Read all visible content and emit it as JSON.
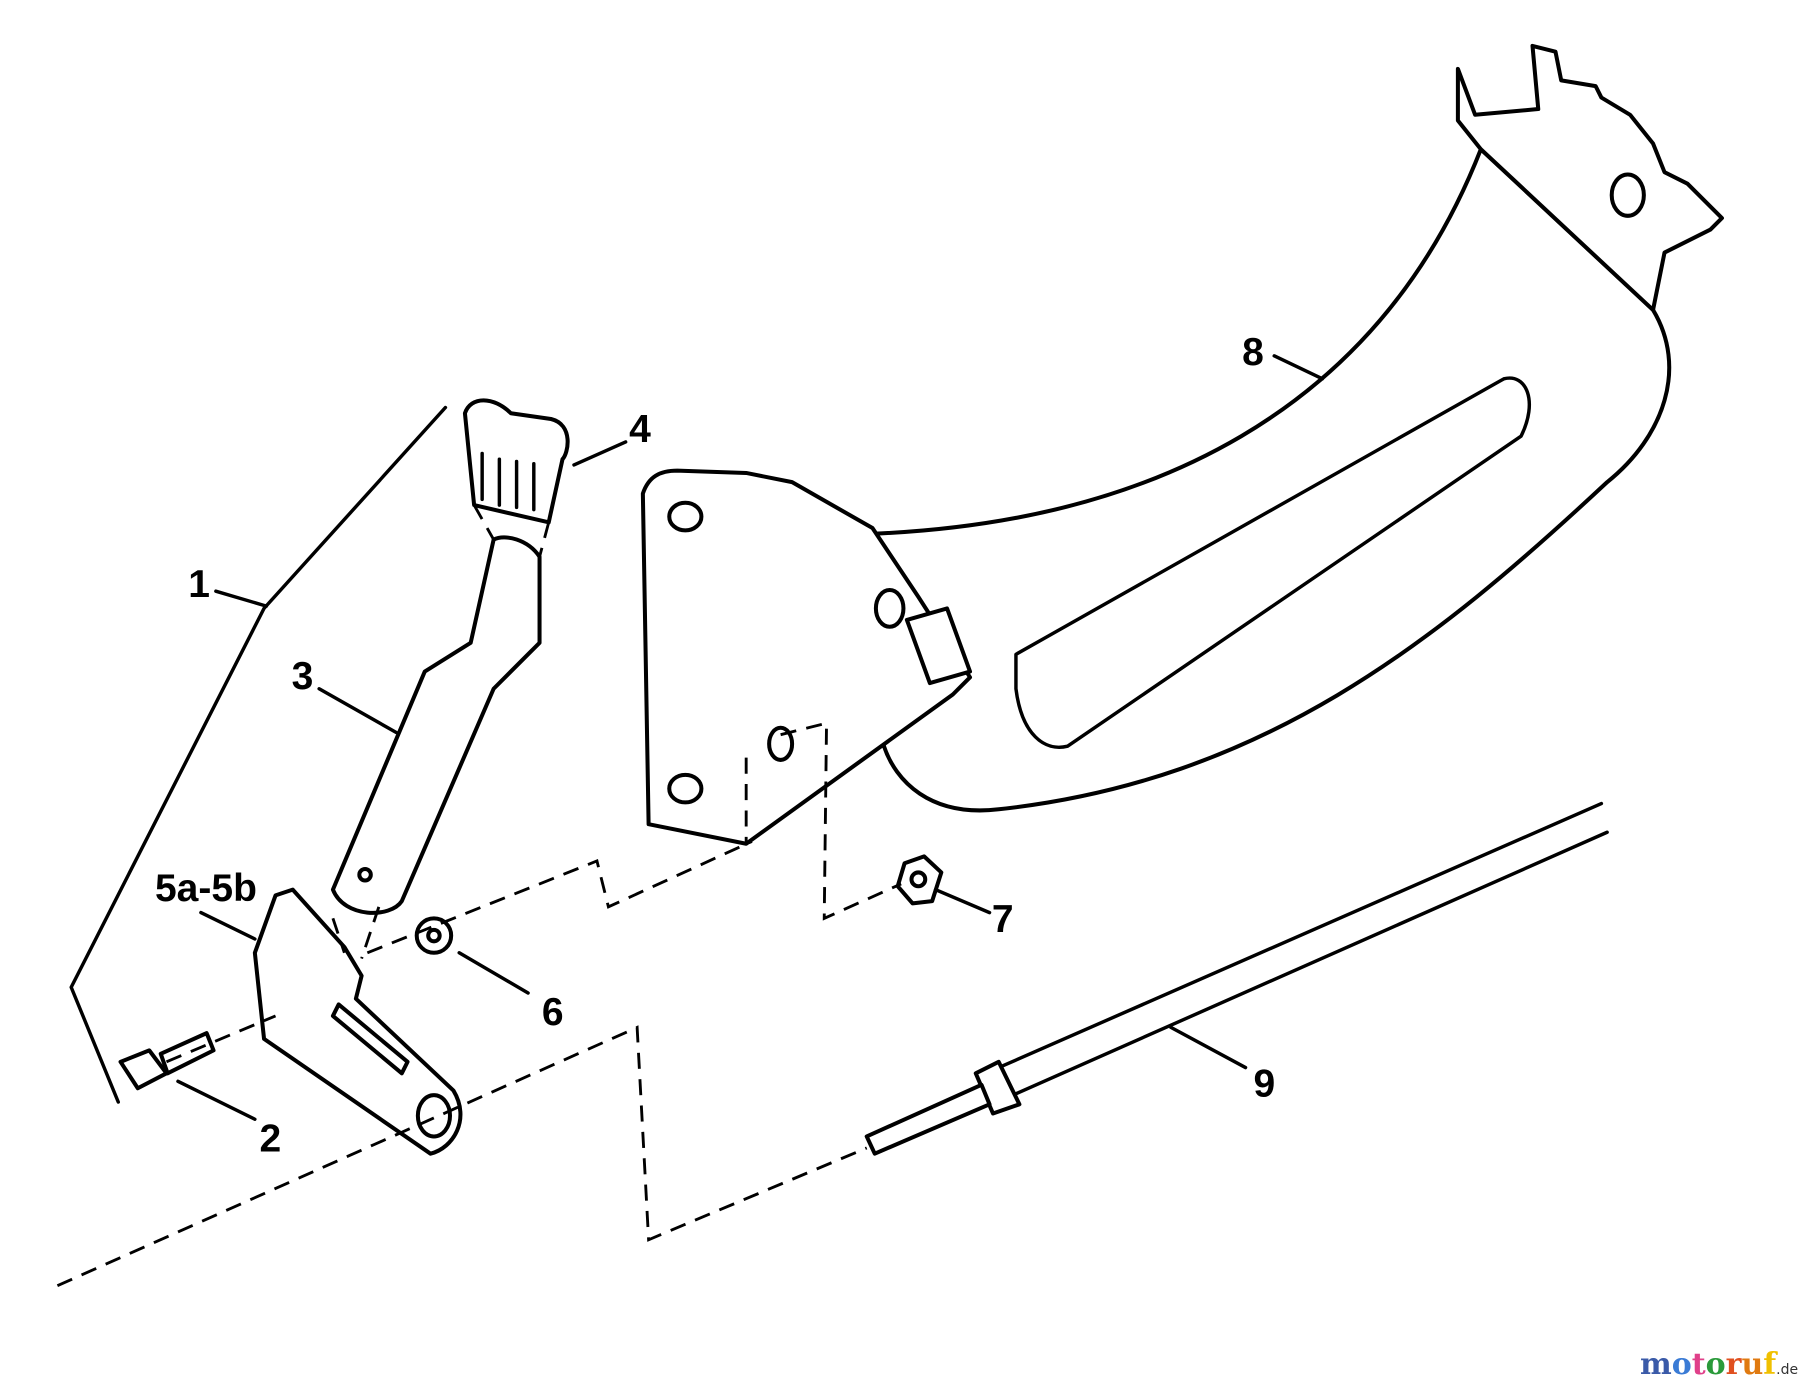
{
  "diagram": {
    "callouts": [
      {
        "id": "1",
        "label": "1"
      },
      {
        "id": "2",
        "label": "2"
      },
      {
        "id": "3",
        "label": "3"
      },
      {
        "id": "4",
        "label": "4"
      },
      {
        "id": "5",
        "label": "5a-5b"
      },
      {
        "id": "6",
        "label": "6"
      },
      {
        "id": "7",
        "label": "7"
      },
      {
        "id": "8",
        "label": "8"
      },
      {
        "id": "9",
        "label": "9"
      }
    ]
  },
  "watermark": {
    "letters": [
      "m",
      "o",
      "t",
      "o",
      "r",
      "u",
      "f"
    ],
    "suffix": ".de",
    "colors": [
      "#3a5aa8",
      "#3a7bd5",
      "#e0408a",
      "#2a9a3a",
      "#e05020",
      "#e07a10",
      "#f0c000"
    ]
  }
}
